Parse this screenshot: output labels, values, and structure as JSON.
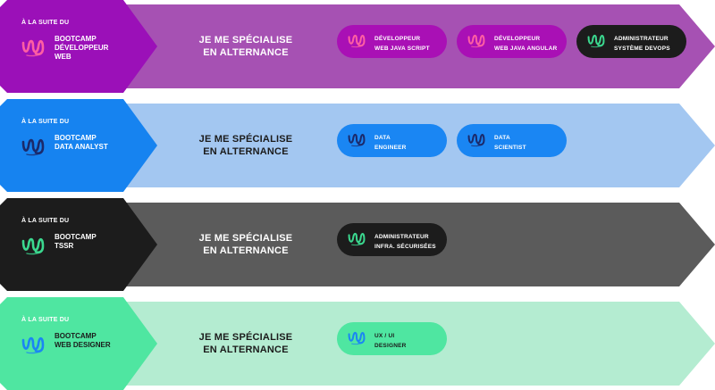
{
  "rows": [
    {
      "suite": "À LA SUITE DU",
      "bootcamp": "BOOTCAMP\nDÉVELOPPEUR\nWEB",
      "cta": "JE ME SPÉCIALISE\nEN ALTERNANCE",
      "colors": {
        "head": "#9b10b8",
        "band": "#a651b3",
        "text": "#ffffff",
        "pill": "#a910b5",
        "dark": "#1c1c1c",
        "logo": "#ff5ea3"
      },
      "pills": [
        {
          "label": "DÉVELOPPEUR\nWEB JAVA SCRIPT",
          "icon": "wave-logo-icon"
        },
        {
          "label": "DÉVELOPPEUR\nWEB JAVA ANGULAR",
          "icon": "wave-logo-icon"
        },
        {
          "label": "ADMINISTRATEUR\nSYSTÈME DEVOPS",
          "icon": "wave-logo-icon"
        }
      ]
    },
    {
      "suite": "À LA SUITE DU",
      "bootcamp": "BOOTCAMP\nDATA ANALYST",
      "cta": "JE ME SPÉCIALISE\nEN ALTERNANCE",
      "colors": {
        "head": "#1683f0",
        "band": "#a3c7f1",
        "text": "#1b1b1b",
        "pill": "#1a86f3",
        "logo": "#1b2a6b"
      },
      "pills": [
        {
          "label": "DATA\nENGINEER",
          "icon": "wave-logo-icon"
        },
        {
          "label": "DATA\nSCIENTIST",
          "icon": "wave-logo-icon"
        }
      ]
    },
    {
      "suite": "À LA SUITE DU",
      "bootcamp": "BOOTCAMP\nTSSR",
      "cta": "JE ME SPÉCIALISE\nEN ALTERNANCE",
      "colors": {
        "head": "#1c1c1c",
        "band": "#5b5b5b",
        "text": "#ffffff",
        "pill": "#1c1c1c",
        "logo": "#3bd88f"
      },
      "pills": [
        {
          "label": "ADMINISTRATEUR\nINFRA. SÉCURISÉES",
          "icon": "wave-logo-icon"
        }
      ]
    },
    {
      "suite": "À LA SUITE DU",
      "bootcamp": "BOOTCAMP\nWEB DESIGNER",
      "cta": "JE ME SPÉCIALISE\nEN ALTERNANCE",
      "colors": {
        "head": "#4fe6a1",
        "band": "#b4ecd1",
        "text": "#1b1b1b",
        "pill": "#4fe6a1",
        "logo": "#1a86f3"
      },
      "pills": [
        {
          "label": "UX / UI\nDESIGNER",
          "icon": "wave-logo-icon"
        }
      ]
    }
  ]
}
